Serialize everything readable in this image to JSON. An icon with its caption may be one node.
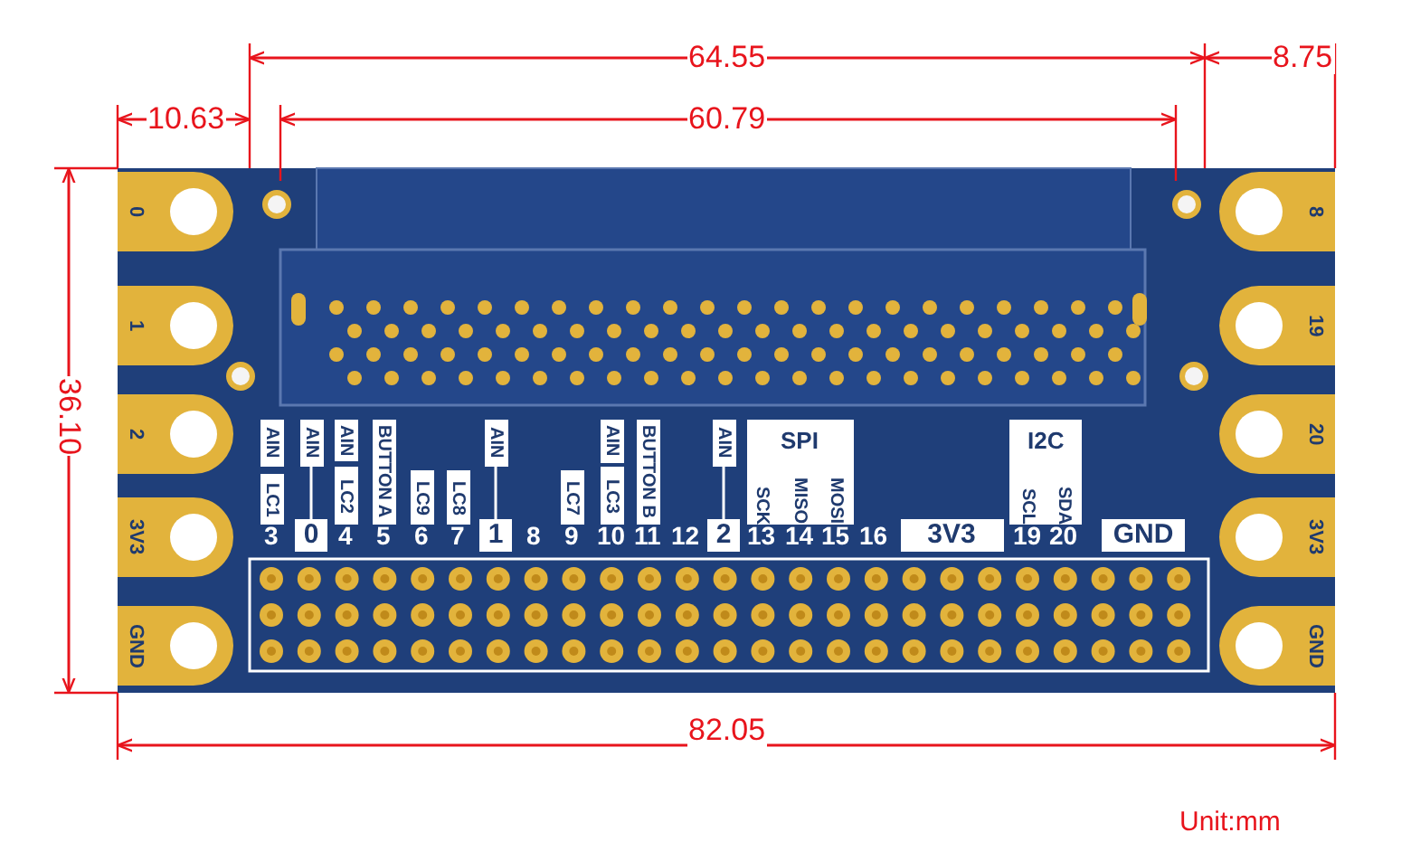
{
  "diagram": {
    "labels": [
      "64.55",
      "8.75",
      "10.63",
      "60.79",
      "0",
      "1",
      "2",
      "3V3",
      "GND",
      "8",
      "19",
      "20",
      "3V3",
      "GND",
      "36.10",
      "AIN",
      "LC1",
      "3",
      "AIN",
      "0",
      "AIN",
      "LC2",
      "4",
      "BUTTON A",
      "5",
      "LC9",
      "6",
      "LC8",
      "7",
      "AIN",
      "1",
      "8",
      "LC7",
      "9",
      "AIN",
      "LC3",
      "10",
      "BUTTON B",
      "11",
      "12",
      "AIN",
      "2",
      "SPI",
      "SCK",
      "13",
      "MISO",
      "14",
      "MOSI",
      "15",
      "16",
      "3V3",
      "I2C",
      "SCL",
      "19",
      "SDA",
      "20",
      "GND",
      "82.05",
      "Unit:mm"
    ]
  }
}
